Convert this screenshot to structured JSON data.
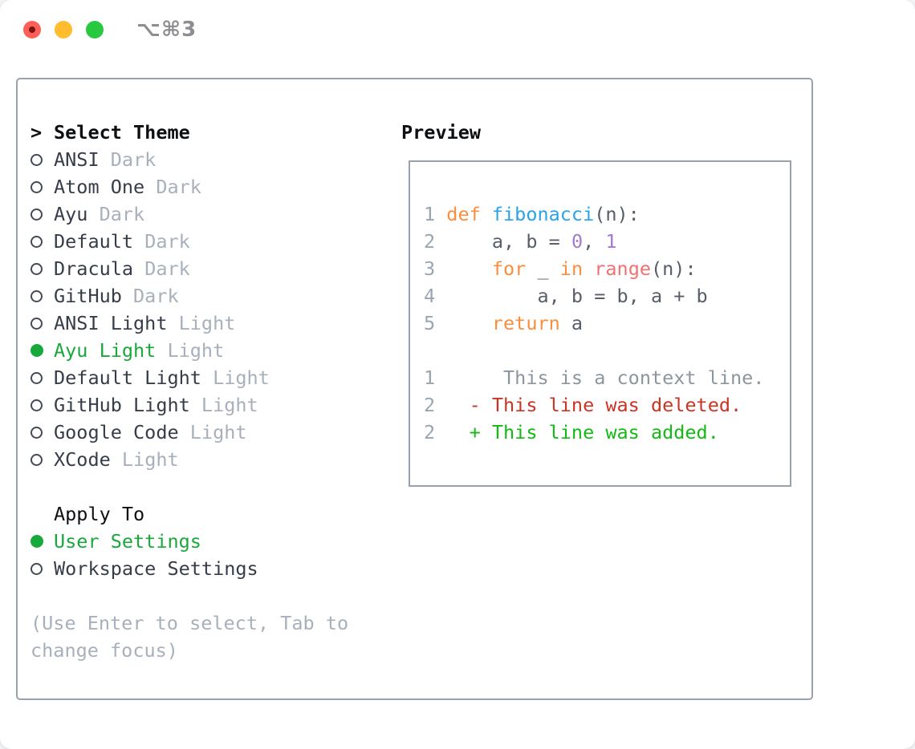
{
  "window": {
    "shortcut_label": "⌥⌘3"
  },
  "theme_panel": {
    "cursor": ">",
    "title": "Select Theme",
    "themes": [
      {
        "name": "ANSI",
        "variant": "Dark",
        "selected": false
      },
      {
        "name": "Atom One",
        "variant": "Dark",
        "selected": false
      },
      {
        "name": "Ayu",
        "variant": "Dark",
        "selected": false
      },
      {
        "name": "Default",
        "variant": "Dark",
        "selected": false
      },
      {
        "name": "Dracula",
        "variant": "Dark",
        "selected": false
      },
      {
        "name": "GitHub",
        "variant": "Dark",
        "selected": false
      },
      {
        "name": "ANSI Light",
        "variant": "Light",
        "selected": false
      },
      {
        "name": "Ayu Light",
        "variant": "Light",
        "selected": true
      },
      {
        "name": "Default Light",
        "variant": "Light",
        "selected": false
      },
      {
        "name": "GitHub Light",
        "variant": "Light",
        "selected": false
      },
      {
        "name": "Google Code",
        "variant": "Light",
        "selected": false
      },
      {
        "name": "XCode",
        "variant": "Light",
        "selected": false
      }
    ],
    "apply_to": {
      "title": "Apply To",
      "options": [
        {
          "label": "User Settings",
          "selected": true
        },
        {
          "label": "Workspace Settings",
          "selected": false
        }
      ]
    },
    "hint_lines": [
      "(Use Enter to select, Tab to",
      "change focus)"
    ]
  },
  "preview": {
    "title": "Preview",
    "code_lines": [
      [
        {
          "t": "1 ",
          "c": "gutter"
        },
        {
          "t": "def ",
          "c": "keyword"
        },
        {
          "t": "fibonacci",
          "c": "function"
        },
        {
          "t": "(n):",
          "c": "plain"
        }
      ],
      [
        {
          "t": "2 ",
          "c": "gutter"
        },
        {
          "t": "    a, b = ",
          "c": "plain"
        },
        {
          "t": "0",
          "c": "number"
        },
        {
          "t": ", ",
          "c": "plain"
        },
        {
          "t": "1",
          "c": "number"
        }
      ],
      [
        {
          "t": "3 ",
          "c": "gutter"
        },
        {
          "t": "    ",
          "c": "plain"
        },
        {
          "t": "for",
          "c": "keyword"
        },
        {
          "t": " _ ",
          "c": "plain"
        },
        {
          "t": "in",
          "c": "keyword"
        },
        {
          "t": " ",
          "c": "plain"
        },
        {
          "t": "range",
          "c": "builtin"
        },
        {
          "t": "(n):",
          "c": "plain"
        }
      ],
      [
        {
          "t": "4 ",
          "c": "gutter"
        },
        {
          "t": "        a, b = b, a + b",
          "c": "plain"
        }
      ],
      [
        {
          "t": "5 ",
          "c": "gutter"
        },
        {
          "t": "    ",
          "c": "plain"
        },
        {
          "t": "return",
          "c": "keyword"
        },
        {
          "t": " a",
          "c": "plain"
        }
      ],
      [],
      [
        {
          "t": "1 ",
          "c": "gutter"
        },
        {
          "t": "     This is a context line.",
          "c": "context"
        }
      ],
      [
        {
          "t": "2 ",
          "c": "gutter"
        },
        {
          "t": "  - This line was deleted.",
          "c": "deleted"
        }
      ],
      [
        {
          "t": "2 ",
          "c": "gutter"
        },
        {
          "t": "  + This line was added.",
          "c": "added"
        }
      ]
    ]
  },
  "colors": {
    "accent_green": "#19a83c",
    "heading_text": "#0d0f13",
    "item_text": "#363d49",
    "muted_text": "#a7b0bb",
    "panel_border": "#99a1ac",
    "gutter": "#9aa5b1",
    "keyword": "#fa8d3e",
    "function": "#29a3e9",
    "number": "#a37acc",
    "builtin": "#f17171",
    "plain": "#575e69",
    "context": "#8d959d",
    "deleted": "#cb3423",
    "added": "#12bb12",
    "close_red": "#ff5f57",
    "close_dot": "#7a1410",
    "minimize_yellow": "#febc2e",
    "zoom_green": "#28c840",
    "shortcut_gray": "#8e8e92"
  }
}
